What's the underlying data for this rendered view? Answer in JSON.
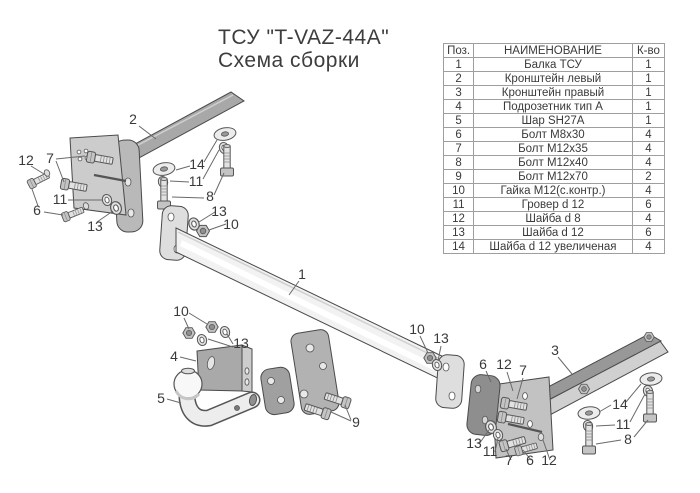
{
  "title": {
    "line1": "ТСУ \"T-VAZ-44A\"",
    "line2": "Схема сборки"
  },
  "table": {
    "headers": {
      "pos": "Поз.",
      "name": "НАИМЕНОВАНИЕ",
      "qty": "К-во"
    },
    "rows": [
      {
        "pos": "1",
        "name": "Балка ТСУ",
        "qty": "1"
      },
      {
        "pos": "2",
        "name": "Кронштейн левый",
        "qty": "1"
      },
      {
        "pos": "3",
        "name": "Кронштейн правый",
        "qty": "1"
      },
      {
        "pos": "4",
        "name": "Подрозетник тип А",
        "qty": "1"
      },
      {
        "pos": "5",
        "name": "Шар SH27A",
        "qty": "1"
      },
      {
        "pos": "6",
        "name": "Болт М8х30",
        "qty": "4"
      },
      {
        "pos": "7",
        "name": "Болт М12х35",
        "qty": "4"
      },
      {
        "pos": "8",
        "name": "Болт М12х40",
        "qty": "4"
      },
      {
        "pos": "9",
        "name": "Болт М12х70",
        "qty": "2"
      },
      {
        "pos": "10",
        "name": "Гайка М12(с.контр.)",
        "qty": "4"
      },
      {
        "pos": "11",
        "name": "Гровер d 12",
        "qty": "6"
      },
      {
        "pos": "12",
        "name": "Шайба d 8",
        "qty": "4"
      },
      {
        "pos": "13",
        "name": "Шайба d 12",
        "qty": "6"
      },
      {
        "pos": "14",
        "name": "Шайба d 12 увеличеная",
        "qty": "4"
      }
    ]
  },
  "diagram": {
    "callouts": [
      "2",
      "12",
      "7",
      "6",
      "11",
      "13",
      "14",
      "11",
      "8",
      "13",
      "10",
      "1",
      "9",
      "10",
      "13",
      "10",
      "13",
      "4",
      "5",
      "3",
      "6",
      "12",
      "7",
      "14",
      "11",
      "8",
      "13",
      "11",
      "7",
      "6",
      "12"
    ]
  },
  "colors": {
    "background": "#ffffff",
    "line": "#4a4a4a",
    "metal_mid": "#a8a8a8",
    "metal_light": "#e8e8e8",
    "text": "#3a3a3a"
  }
}
